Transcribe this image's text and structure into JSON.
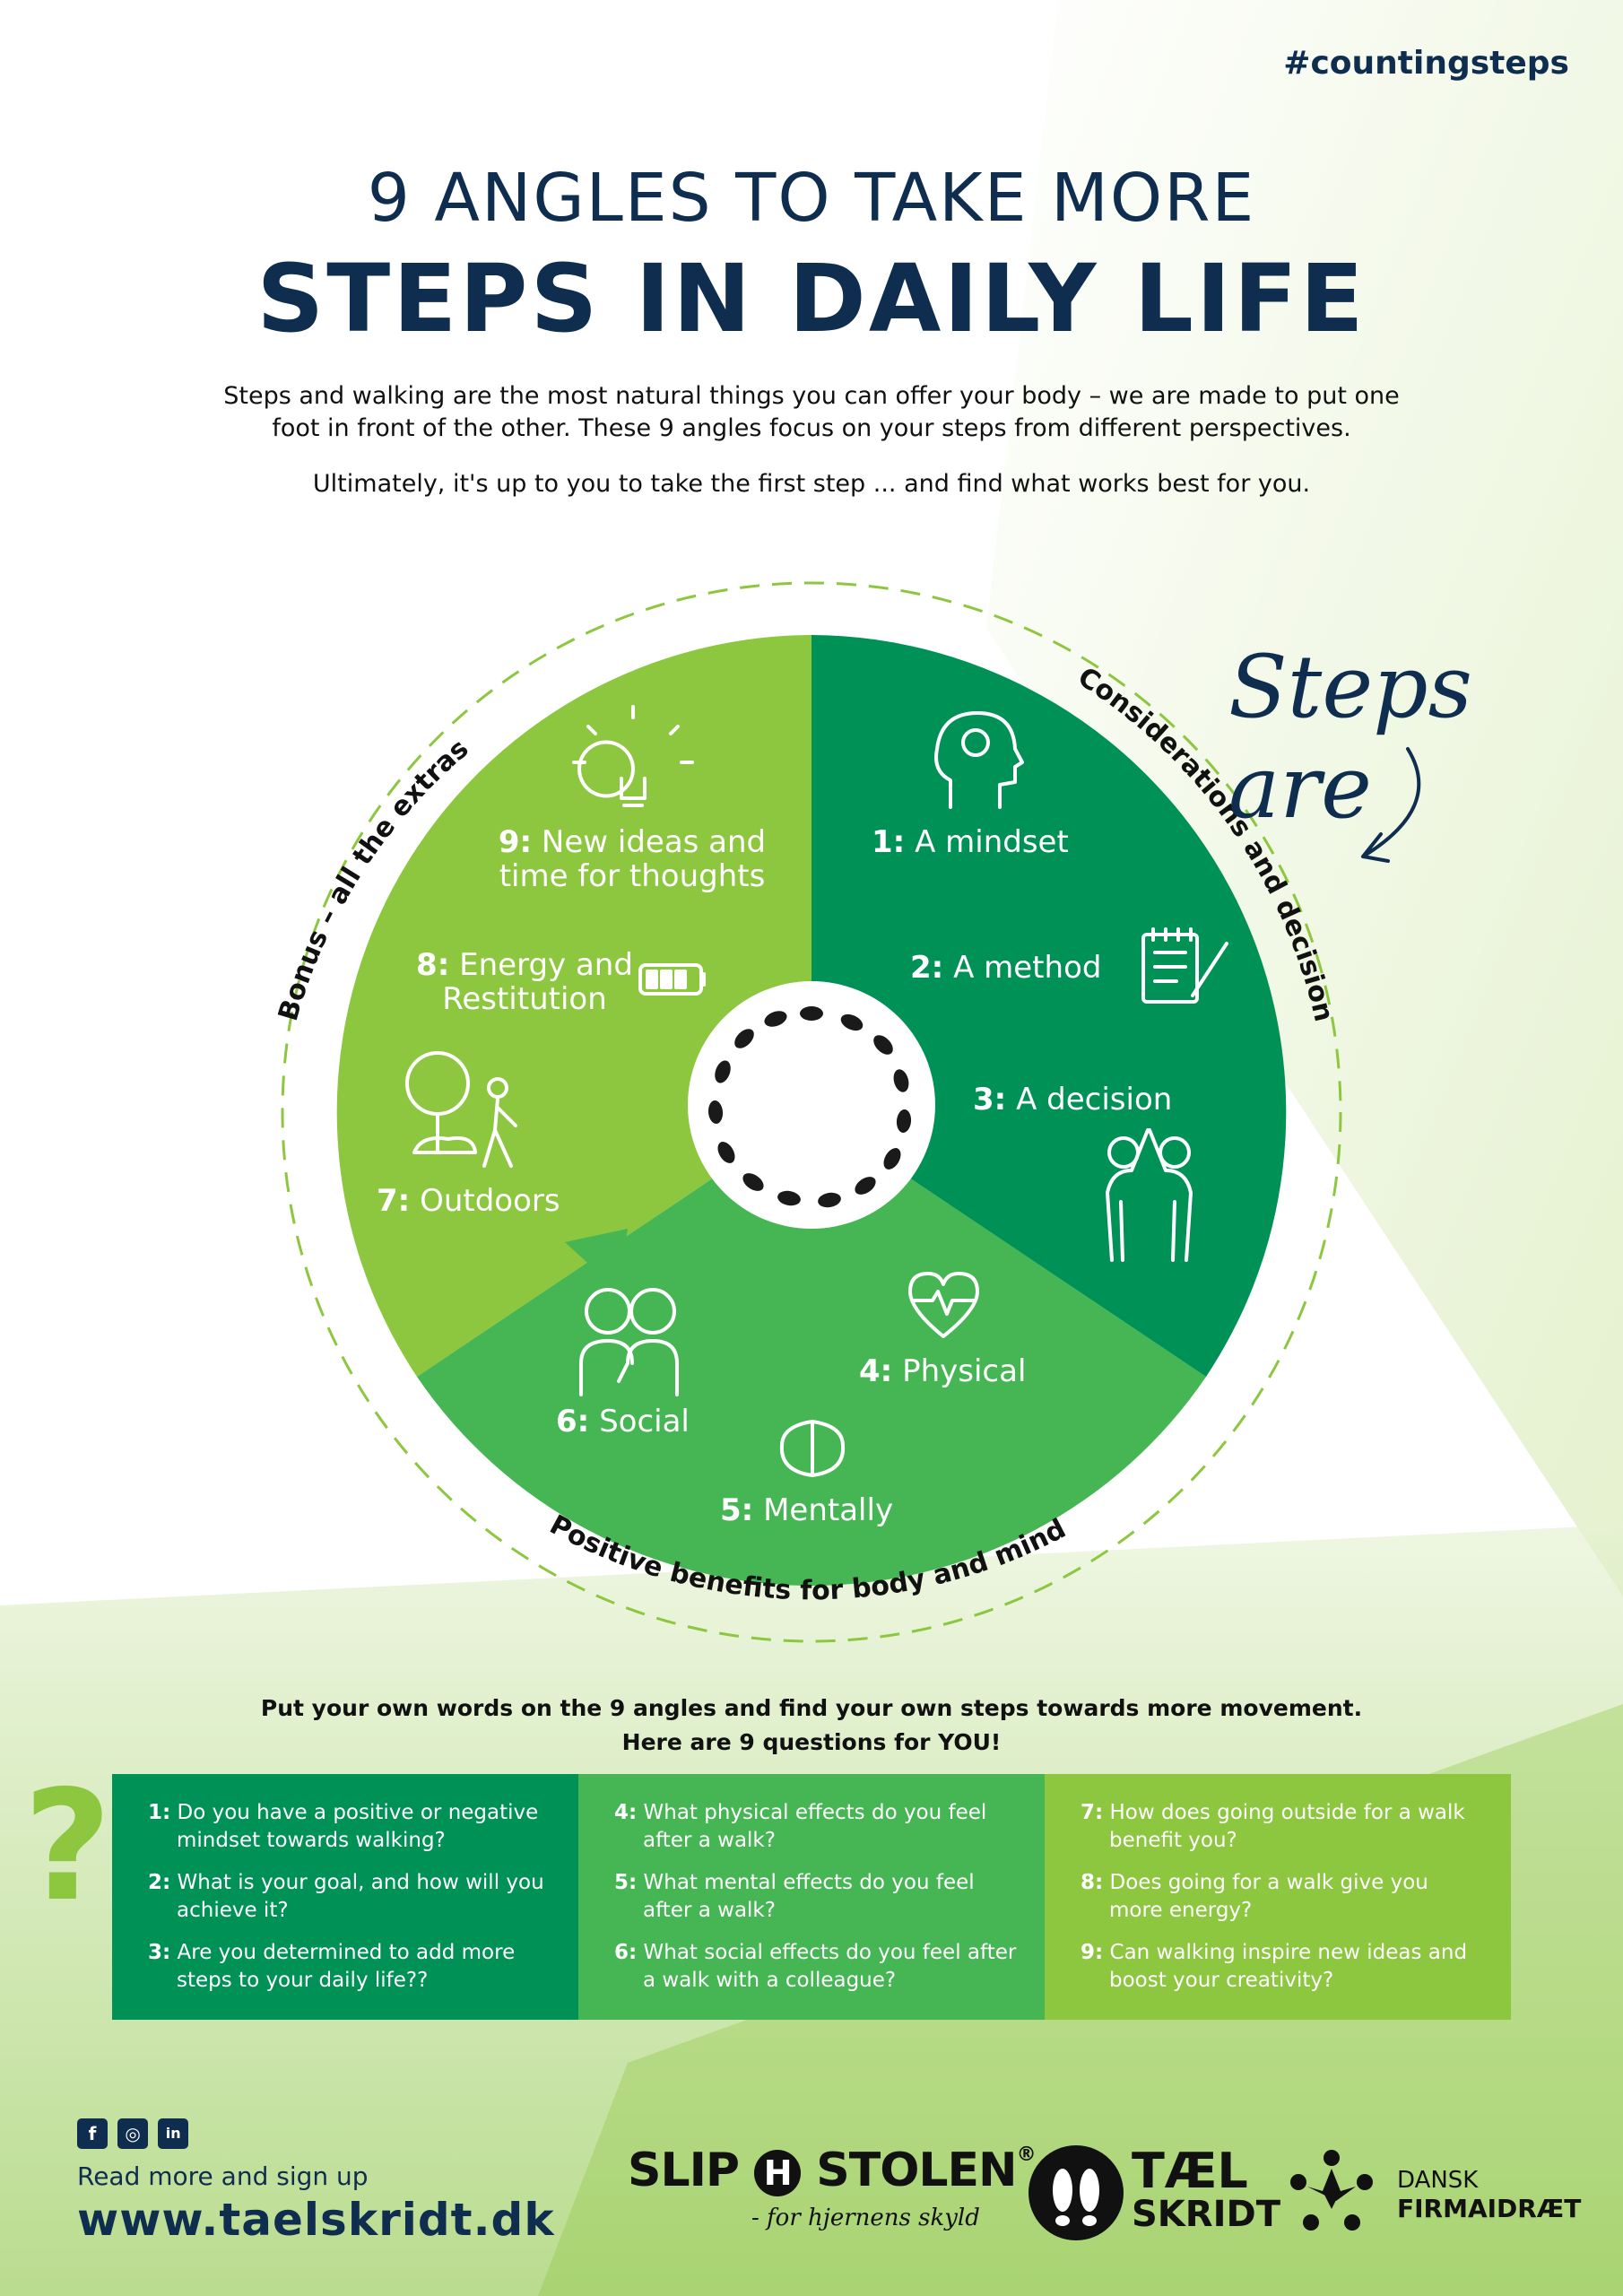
{
  "hashtag": "#countingsteps",
  "title_line1": "9 ANGLES TO TAKE MORE",
  "title_line2": "STEPS IN DAILY LIFE",
  "intro_paragraph": "Steps and walking are the most natural things you can offer your body – we are made to put one foot in front of the other. These 9 angles focus on your steps from different perspectives.",
  "intro_closing": "Ultimately, it's up to you to take the first step ... and find what works best for you.",
  "steps_are": "Steps are",
  "wheel": {
    "arc_labels": {
      "right": "Considerations and decision",
      "bottom": "Positive benefits for body and mind",
      "left": "Bonus – all the extras"
    },
    "angles": [
      {
        "num": "1:",
        "text": "A mindset",
        "icon": "head-gear-icon"
      },
      {
        "num": "2:",
        "text": "A method",
        "icon": "notepad-pencil-icon"
      },
      {
        "num": "3:",
        "text": "A decision",
        "icon": "high-five-icon"
      },
      {
        "num": "4:",
        "text": "Physical",
        "icon": "heart-pulse-icon"
      },
      {
        "num": "5:",
        "text": "Mentally",
        "icon": "brain-icon"
      },
      {
        "num": "6:",
        "text": "Social",
        "icon": "two-people-icon"
      },
      {
        "num": "7:",
        "text": "Outdoors",
        "icon": "tree-walker-icon"
      },
      {
        "num": "8:",
        "text_line1": "Energy and",
        "text_line2": "Restitution",
        "icon": "battery-icon"
      },
      {
        "num": "9:",
        "text_line1": "New ideas and",
        "text_line2": "time for thoughts",
        "icon": "lightbulb-icon"
      }
    ]
  },
  "prompt_line1": "Put your own words on the 9 angles and find your own steps towards more movement.",
  "prompt_line2": "Here are 9 questions for YOU!",
  "question_mark": "?",
  "questions": [
    {
      "num": "1:",
      "text": "Do you have a positive or negative mindset towards walking?"
    },
    {
      "num": "2:",
      "text": "What  is your goal, and how will you achieve it?"
    },
    {
      "num": "3:",
      "text": "Are you determined to add more steps to your daily life??"
    },
    {
      "num": "4:",
      "text": "What  physical effects do you feel after a walk?"
    },
    {
      "num": "5:",
      "text": "What mental effects do you feel after a walk?"
    },
    {
      "num": "6:",
      "text": "What social effects do you feel after a walk with a colleague?"
    },
    {
      "num": "7:",
      "text": "How does going outside for a walk benefit you?"
    },
    {
      "num": "8:",
      "text": "Does going for a walk give you more energy?"
    },
    {
      "num": "9:",
      "text": "Can walking inspire new ideas and boost your creativity?"
    }
  ],
  "footer": {
    "social": [
      "f",
      "◎",
      "in"
    ],
    "read_more": "Read more and sign up",
    "url": "www.taelskridt.dk",
    "logo_slip_stolen": "SLIP",
    "logo_slip_stolen_2": "STOLEN",
    "logo_slip_stolen_tag": "- for hjernens skyld",
    "logo_tael_1": "TÆL",
    "logo_tael_2": "SKRIDT",
    "logo_dansk_1": "DANSK",
    "logo_dansk_2": "FIRMAIDRÆT"
  },
  "colors": {
    "navy": "#0f2d4f",
    "dark_green": "#009157",
    "mid_green": "#45b653",
    "light_green": "#8dc63f"
  }
}
